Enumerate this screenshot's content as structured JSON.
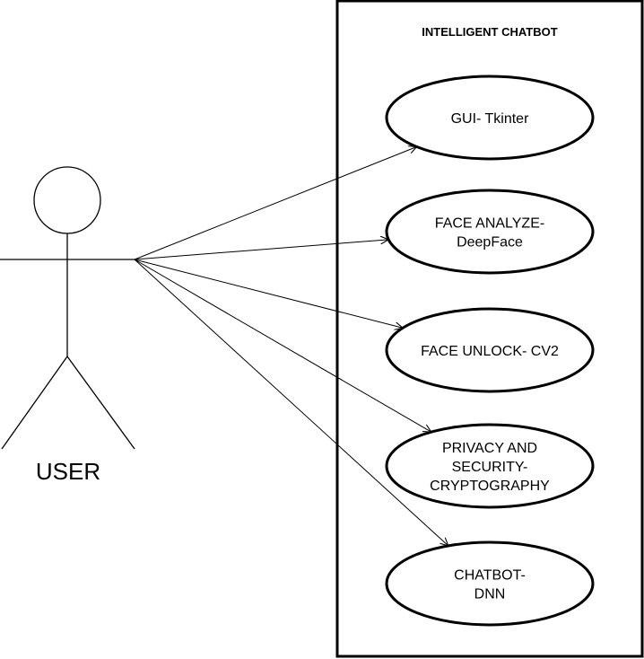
{
  "system": {
    "title": "INTELLIGENT CHATBOT"
  },
  "actor": {
    "label": "USER",
    "icon": "stick-figure-icon"
  },
  "use_cases": [
    {
      "id": "gui",
      "lines": [
        "GUI- Tkinter"
      ]
    },
    {
      "id": "face-analyze",
      "lines": [
        "FACE ANALYZE-",
        "DeepFace"
      ]
    },
    {
      "id": "face-unlock",
      "lines": [
        "FACE UNLOCK- CV2"
      ]
    },
    {
      "id": "privacy",
      "lines": [
        "PRIVACY AND",
        "SECURITY-",
        "CRYPTOGRAPHY"
      ]
    },
    {
      "id": "chatbot",
      "lines": [
        "CHATBOT-",
        "DNN"
      ]
    }
  ],
  "associations": [
    {
      "from": "actor",
      "to": "gui"
    },
    {
      "from": "actor",
      "to": "face-analyze"
    },
    {
      "from": "actor",
      "to": "face-unlock"
    },
    {
      "from": "actor",
      "to": "privacy"
    },
    {
      "from": "actor",
      "to": "chatbot"
    }
  ]
}
